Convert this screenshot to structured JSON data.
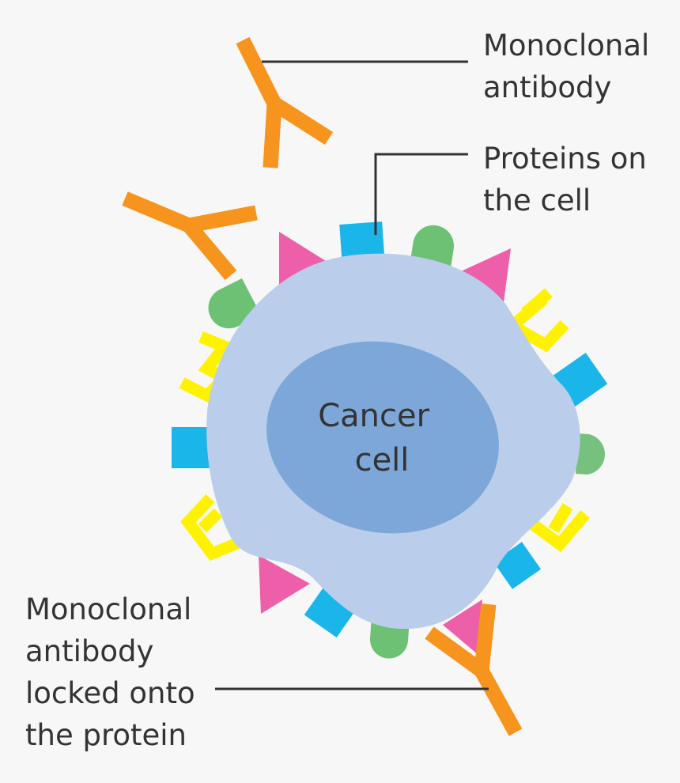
{
  "labels": {
    "monoclonal_antibody": [
      "Monoclonal",
      "antibody"
    ],
    "proteins_on_cell": [
      "Proteins on",
      "the cell"
    ],
    "locked_antibody": [
      "Monoclonal",
      "antibody",
      "locked onto",
      "the protein"
    ],
    "cancer_cell": [
      "Cancer",
      "cell"
    ]
  },
  "colors": {
    "background": "#f7f7f7",
    "cytoplasm": "#bacdeb",
    "nucleus": "#7da7d9",
    "antibody": "#f7941d",
    "protein_square": "#1ab6ea",
    "protein_round": "#6cc175",
    "protein_triangle": "#ed5fa8",
    "protein_cup": "#fff200",
    "leader_line": "#333333"
  }
}
